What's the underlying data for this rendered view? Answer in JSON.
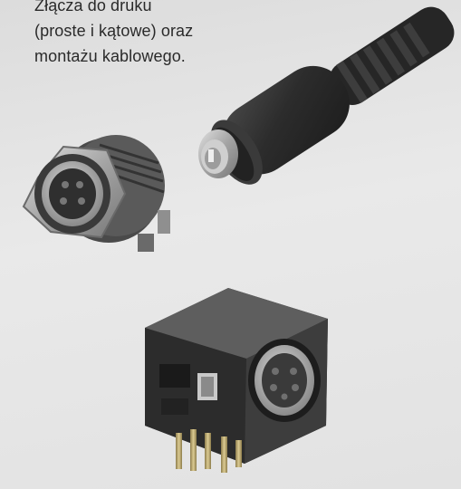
{
  "caption": {
    "lines": [
      "Złącza do druku",
      "(proste i kątowe) oraz",
      "montażu kablowego."
    ]
  },
  "palette": {
    "background": "#e6e6e6",
    "connector_dark": "#2b2b2b",
    "connector_metal": "#a8a8a8",
    "pin_gold": "#b9a46a",
    "caption_text": "#2a2a2a"
  },
  "objects": [
    "cable-plug-connector",
    "panel-mount-socket",
    "pcb-angled-socket"
  ]
}
